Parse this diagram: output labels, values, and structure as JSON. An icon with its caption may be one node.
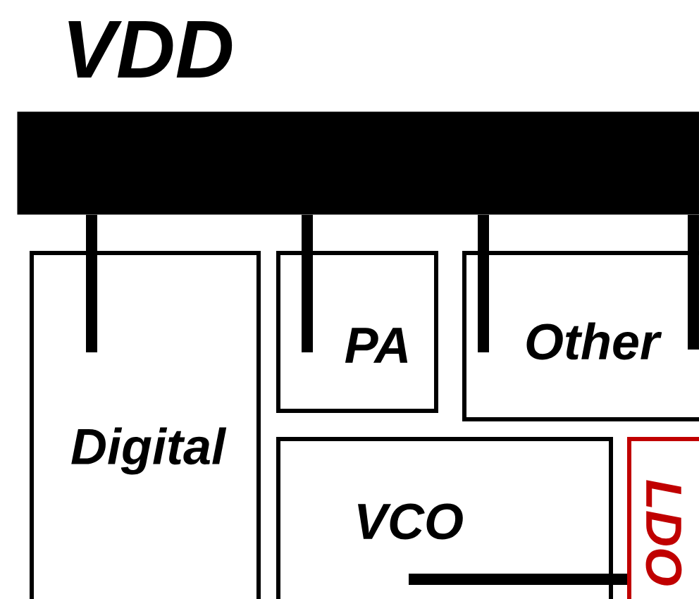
{
  "diagram": {
    "nodes": [
      {
        "text": [
          "VDD"
        ]
      },
      {
        "text": [
          "Digital"
        ]
      },
      {
        "text": [
          "PA"
        ]
      },
      {
        "text": [
          "Other"
        ]
      },
      {
        "text": [
          "VCO"
        ]
      },
      {
        "text": [
          "LDO"
        ]
      }
    ],
    "edges": [
      {
        "from": 0,
        "to": 1,
        "arrow": "none"
      },
      {
        "from": 0,
        "to": 2,
        "arrow": "none"
      },
      {
        "from": 0,
        "to": 3,
        "arrow": "none"
      },
      {
        "from": 0,
        "to": 3,
        "arrow": "none"
      },
      {
        "from": 5,
        "to": 4,
        "arrow": "none"
      }
    ]
  }
}
